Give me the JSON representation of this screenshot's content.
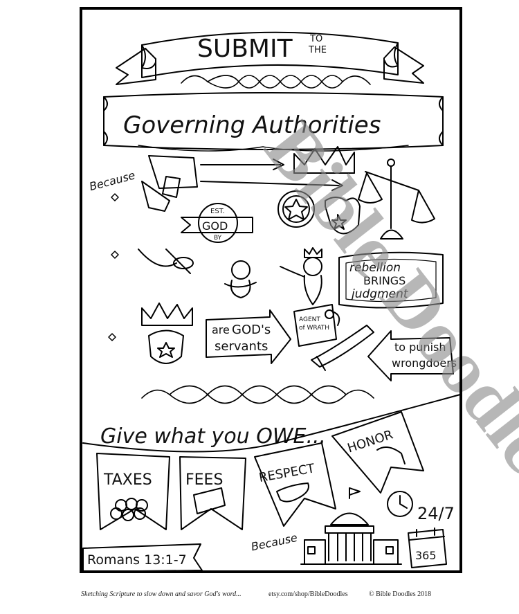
{
  "title": {
    "line1": "SUBMIT",
    "to": "TO",
    "the": "THE",
    "line2": "Governing Authorities"
  },
  "labels": {
    "because_top": "Because",
    "est": "EST.",
    "god": "GOD",
    "by": "BY",
    "rebellion": "rebellion",
    "brings": "BRINGS",
    "judgment": "judgment",
    "are": "are",
    "gods": "GOD's",
    "servants": "servants",
    "agent": "AGENT",
    "of_wrath": "of WRATH",
    "to_punish": "to punish",
    "wrongdoers": "wrongdoers",
    "give_what_you_owe": "Give what you OWE...",
    "taxes": "TAXES",
    "fees": "FEES",
    "respect": "RESPECT",
    "honor": "HONOR",
    "twenty_four_seven": "24/7",
    "because_bottom": "Because",
    "reference": "Romans 13:1-7",
    "calendar_number": "365"
  },
  "watermark": "Bible Doodles",
  "footer": {
    "tagline": "Sketching Scripture to slow down and savor God's word...",
    "url": "etsy.com/shop/BibleDoodles",
    "copyright": "© Bible Doodles 2018"
  }
}
